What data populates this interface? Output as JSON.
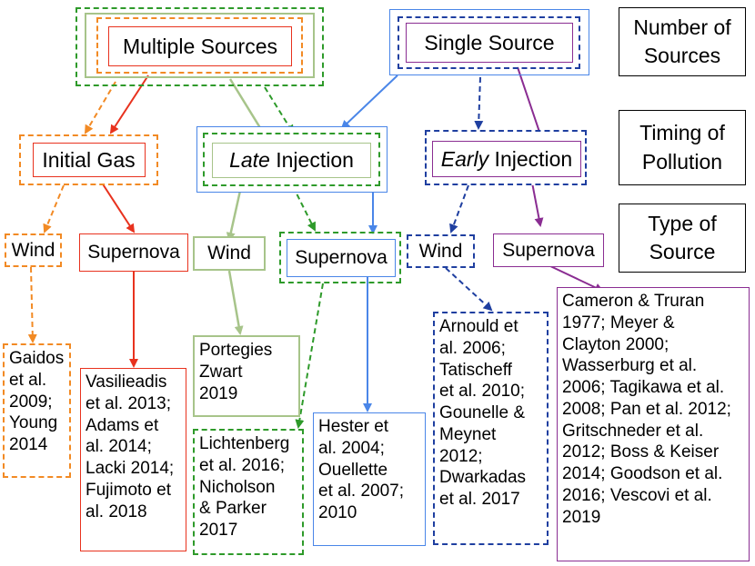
{
  "colors": {
    "orange": "#F28A24",
    "red": "#E8321E",
    "green": "#2E9A2A",
    "olive": "#A7C48A",
    "blue": "#4A86E8",
    "navy": "#1F3FA0",
    "purple": "#8A2D92"
  },
  "legend": {
    "sources": [
      "Number of",
      "Sources"
    ],
    "timing": [
      "Timing of",
      "Pollution"
    ],
    "type": [
      "Type of",
      "Source"
    ]
  },
  "sources": {
    "multiple": "Multiple Sources",
    "single": "Single Source"
  },
  "timing": {
    "initial_gas": "Initial Gas",
    "late_italic": "Late",
    "late_rest": " Injection",
    "early_italic": "Early",
    "early_rest": " Injection"
  },
  "types": {
    "orange_wind": "Wind",
    "red_supernova": "Supernova",
    "olive_wind": "Wind",
    "late_supernova": "Supernova",
    "navy_wind": "Wind",
    "purple_supernova": "Supernova"
  },
  "refs": {
    "gaidos": [
      "Gaidos",
      "et al.",
      "2009;",
      "Young",
      "2014"
    ],
    "vasilieadis": [
      "Vasilieadis",
      "et al. 2013;",
      "Adams et",
      "al. 2014;",
      "Lacki 2014;",
      "Fujimoto et",
      "al. 2018"
    ],
    "portegies": [
      "Portegies",
      "Zwart",
      "2019"
    ],
    "lichtenberg": [
      "Lichtenberg",
      "et al. 2016;",
      "Nicholson",
      "& Parker",
      "2017"
    ],
    "hester": [
      "Hester et",
      "al. 2004;",
      "Ouellette",
      "et al. 2007;",
      "2010"
    ],
    "arnould": [
      "Arnould et",
      "al. 2006;",
      "Tatischeff",
      "et al. 2010;",
      "Gounelle &",
      "Meynet",
      "2012;",
      "Dwarkadas",
      "et al. 2017"
    ],
    "cameron": [
      "Cameron & Truran",
      "1977; Meyer &",
      "Clayton 2000;",
      "Wasserburg et al.",
      "2006; Tagikawa et al.",
      "2008; Pan et al. 2012;",
      "Gritschneder et al.",
      "2012; Boss & Keiser",
      "2014; Goodson et al.",
      "2016; Vescovi et al.",
      "2019"
    ]
  }
}
